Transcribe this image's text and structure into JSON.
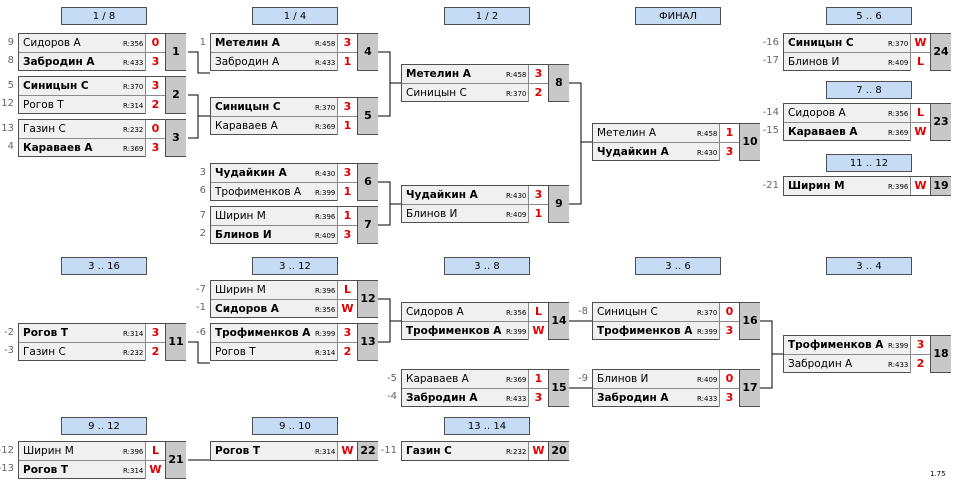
{
  "rounds": [
    {
      "label": "1 / 8"
    },
    {
      "label": "1 / 4"
    },
    {
      "label": "1 / 2"
    },
    {
      "label": "ФИНАЛ"
    },
    {
      "label": "5 .. 6"
    },
    {
      "label": "7 .. 8"
    },
    {
      "label": "11 .. 12"
    },
    {
      "label": "3 .. 16"
    },
    {
      "label": "3 .. 12"
    },
    {
      "label": "3 .. 8"
    },
    {
      "label": "3 .. 6"
    },
    {
      "label": "3 .. 4"
    },
    {
      "label": "9 .. 12"
    },
    {
      "label": "9 .. 10"
    },
    {
      "label": "13 .. 14"
    }
  ],
  "matches": [
    {
      "id": "1",
      "players": [
        {
          "seed": "9",
          "name": "Сидоров А",
          "rating": "R:356",
          "score": "0",
          "winner": false
        },
        {
          "seed": "8",
          "name": "Забродин А",
          "rating": "R:433",
          "score": "3",
          "winner": true
        }
      ]
    },
    {
      "id": "2",
      "players": [
        {
          "seed": "5",
          "name": "Синицын С",
          "rating": "R:370",
          "score": "3",
          "winner": true
        },
        {
          "seed": "12",
          "name": "Рогов Т",
          "rating": "R:314",
          "score": "2",
          "winner": false
        }
      ]
    },
    {
      "id": "3",
      "players": [
        {
          "seed": "13",
          "name": "Газин С",
          "rating": "R:232",
          "score": "0",
          "winner": false
        },
        {
          "seed": "4",
          "name": "Караваев А",
          "rating": "R:369",
          "score": "3",
          "winner": true
        }
      ]
    },
    {
      "id": "4",
      "players": [
        {
          "seed": "1",
          "name": "Метелин А",
          "rating": "R:458",
          "score": "3",
          "winner": true
        },
        {
          "seed": "",
          "name": "Забродин А",
          "rating": "R:433",
          "score": "1",
          "winner": false
        }
      ]
    },
    {
      "id": "5",
      "players": [
        {
          "seed": "",
          "name": "Синицын С",
          "rating": "R:370",
          "score": "3",
          "winner": true
        },
        {
          "seed": "",
          "name": "Караваев А",
          "rating": "R:369",
          "score": "1",
          "winner": false
        }
      ]
    },
    {
      "id": "6",
      "players": [
        {
          "seed": "3",
          "name": "Чудайкин А",
          "rating": "R:430",
          "score": "3",
          "winner": true
        },
        {
          "seed": "6",
          "name": "Трофименков А",
          "rating": "R:399",
          "score": "1",
          "winner": false
        }
      ]
    },
    {
      "id": "7",
      "players": [
        {
          "seed": "7",
          "name": "Ширин М",
          "rating": "R:396",
          "score": "1",
          "winner": false
        },
        {
          "seed": "2",
          "name": "Блинов И",
          "rating": "R:409",
          "score": "3",
          "winner": true
        }
      ]
    },
    {
      "id": "8",
      "players": [
        {
          "seed": "",
          "name": "Метелин А",
          "rating": "R:458",
          "score": "3",
          "winner": true
        },
        {
          "seed": "",
          "name": "Синицын С",
          "rating": "R:370",
          "score": "2",
          "winner": false
        }
      ]
    },
    {
      "id": "9",
      "players": [
        {
          "seed": "",
          "name": "Чудайкин А",
          "rating": "R:430",
          "score": "3",
          "winner": true
        },
        {
          "seed": "",
          "name": "Блинов И",
          "rating": "R:409",
          "score": "1",
          "winner": false
        }
      ]
    },
    {
      "id": "10",
      "players": [
        {
          "seed": "",
          "name": "Метелин А",
          "rating": "R:458",
          "score": "1",
          "winner": false
        },
        {
          "seed": "",
          "name": "Чудайкин А",
          "rating": "R:430",
          "score": "3",
          "winner": true
        }
      ]
    },
    {
      "id": "24",
      "players": [
        {
          "seed": "-16",
          "name": "Синицын С",
          "rating": "R:370",
          "score": "W",
          "winner": true
        },
        {
          "seed": "-17",
          "name": "Блинов И",
          "rating": "R:409",
          "score": "L",
          "winner": false
        }
      ]
    },
    {
      "id": "23",
      "players": [
        {
          "seed": "-14",
          "name": "Сидоров А",
          "rating": "R:356",
          "score": "L",
          "winner": false
        },
        {
          "seed": "-15",
          "name": "Караваев А",
          "rating": "R:369",
          "score": "W",
          "winner": true
        }
      ]
    },
    {
      "id": "19",
      "players": [
        {
          "seed": "-21",
          "name": "Ширин М",
          "rating": "R:396",
          "score": "W",
          "winner": true
        }
      ]
    },
    {
      "id": "11",
      "players": [
        {
          "seed": "-2",
          "name": "Рогов Т",
          "rating": "R:314",
          "score": "3",
          "winner": true
        },
        {
          "seed": "-3",
          "name": "Газин С",
          "rating": "R:232",
          "score": "2",
          "winner": false
        }
      ]
    },
    {
      "id": "12",
      "players": [
        {
          "seed": "-7",
          "name": "Ширин М",
          "rating": "R:396",
          "score": "L",
          "winner": false
        },
        {
          "seed": "-1",
          "name": "Сидоров А",
          "rating": "R:356",
          "score": "W",
          "winner": true
        }
      ]
    },
    {
      "id": "13",
      "players": [
        {
          "seed": "-6",
          "name": "Трофименков А",
          "rating": "R:399",
          "score": "3",
          "winner": true
        },
        {
          "seed": "",
          "name": "Рогов Т",
          "rating": "R:314",
          "score": "2",
          "winner": false
        }
      ]
    },
    {
      "id": "14",
      "players": [
        {
          "seed": "",
          "name": "Сидоров А",
          "rating": "R:356",
          "score": "L",
          "winner": false
        },
        {
          "seed": "",
          "name": "Трофименков А",
          "rating": "R:399",
          "score": "W",
          "winner": true
        }
      ]
    },
    {
      "id": "15",
      "players": [
        {
          "seed": "-5",
          "name": "Караваев А",
          "rating": "R:369",
          "score": "1",
          "winner": false
        },
        {
          "seed": "-4",
          "name": "Забродин А",
          "rating": "R:433",
          "score": "3",
          "winner": true
        }
      ]
    },
    {
      "id": "16",
      "players": [
        {
          "seed": "-8",
          "name": "Синицын С",
          "rating": "R:370",
          "score": "0",
          "winner": false
        },
        {
          "seed": "",
          "name": "Трофименков А",
          "rating": "R:399",
          "score": "3",
          "winner": true
        }
      ]
    },
    {
      "id": "17",
      "players": [
        {
          "seed": "-9",
          "name": "Блинов И",
          "rating": "R:409",
          "score": "0",
          "winner": false
        },
        {
          "seed": "",
          "name": "Забродин А",
          "rating": "R:433",
          "score": "3",
          "winner": true
        }
      ]
    },
    {
      "id": "18",
      "players": [
        {
          "seed": "",
          "name": "Трофименков А",
          "rating": "R:399",
          "score": "3",
          "winner": true
        },
        {
          "seed": "",
          "name": "Забродин А",
          "rating": "R:433",
          "score": "2",
          "winner": false
        }
      ]
    },
    {
      "id": "21",
      "players": [
        {
          "seed": "-12",
          "name": "Ширин М",
          "rating": "R:396",
          "score": "L",
          "winner": false
        },
        {
          "seed": "-13",
          "name": "Рогов Т",
          "rating": "R:314",
          "score": "W",
          "winner": true
        }
      ]
    },
    {
      "id": "22",
      "players": [
        {
          "seed": "",
          "name": "Рогов Т",
          "rating": "R:314",
          "score": "W",
          "winner": true
        }
      ]
    },
    {
      "id": "20",
      "players": [
        {
          "seed": "-11",
          "name": "Газин С",
          "rating": "R:232",
          "score": "W",
          "winner": true
        }
      ]
    }
  ],
  "version": "1.75"
}
